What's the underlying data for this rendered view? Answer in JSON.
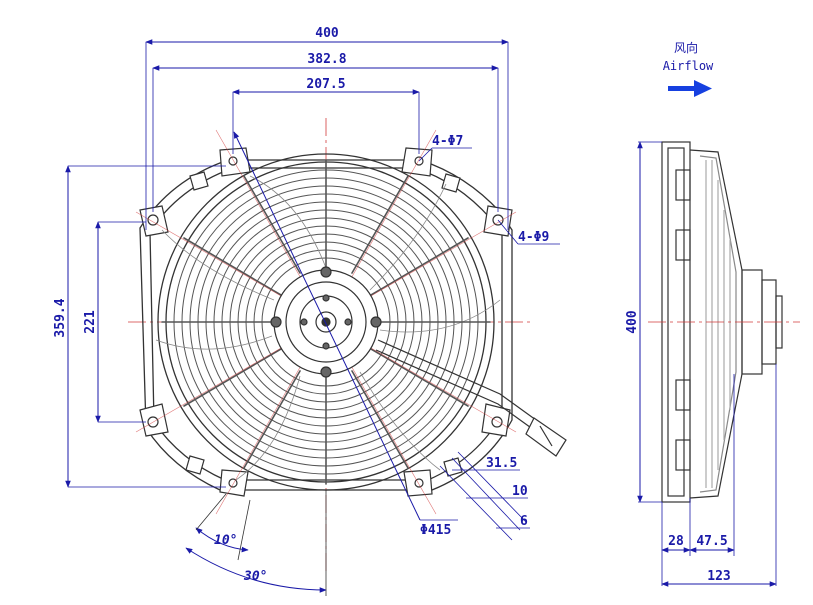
{
  "front_view": {
    "dims": {
      "overall_width": "400",
      "mount_width_outer": "382.8",
      "mount_width_inner": "207.5",
      "overall_height": "359.4",
      "mount_height": "221",
      "hole_top": "4-Φ7",
      "hole_side": "4-Φ9",
      "fan_diameter": "Φ415",
      "bracket_1": "31.5",
      "bracket_2": "10",
      "bracket_3": "6",
      "angle_small": "10°",
      "angle_large": "30°"
    }
  },
  "side_view": {
    "airflow_cn": "风向",
    "airflow_en": "Airflow",
    "dims": {
      "height": "400",
      "frame_depth": "28",
      "motor_offset": "47.5",
      "total_depth": "123"
    }
  },
  "colors": {
    "outline": "#333333",
    "dimension": "#1a1aa8",
    "center_line": "#d23b3b",
    "airflow_arrow": "#1640e0"
  }
}
